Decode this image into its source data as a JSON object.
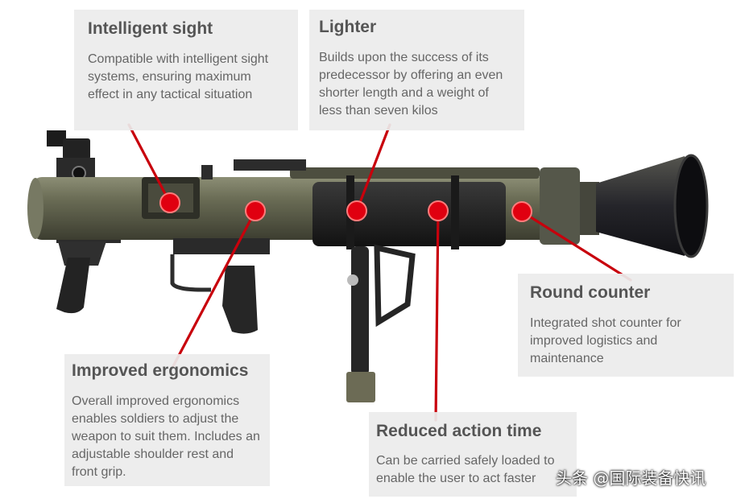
{
  "callouts": [
    {
      "id": "intelligent-sight",
      "title": "Intelligent sight",
      "body": "Compatible with intelligent sight systems, ensuring maximum effect in any tactical situation"
    },
    {
      "id": "lighter",
      "title": "Lighter",
      "body": "Builds upon the success of its predecessor by offering an even shorter length and a weight of less than seven kilos"
    },
    {
      "id": "round-counter",
      "title": "Round counter",
      "body": "Integrated shot counter for improved logistics and maintenance"
    },
    {
      "id": "improved-ergonomics",
      "title": "Improved ergonomics",
      "body": "Overall improved ergonomics enables soldiers to adjust the weapon to suit them. Includes an adjustable shoulder rest and front grip."
    },
    {
      "id": "reduced-action-time",
      "title": "Reduced action time",
      "body": "Can be carried safely loaded to enable the user to act faster"
    }
  ],
  "watermark": "头条 @国际装备快讯",
  "colors": {
    "marker": "#e00010",
    "leader": "#c8000c",
    "tube": "#5e604a",
    "card_bg": "#ececec",
    "title": "#555555",
    "body": "#666666"
  }
}
